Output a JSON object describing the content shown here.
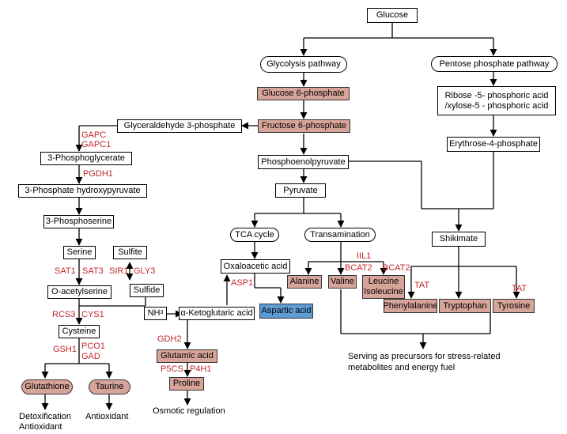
{
  "nodes": {
    "glucose": "Glucose",
    "glycolysis": "Glycolysis pathway",
    "pentose": "Pentose phosphate pathway",
    "g6p": "Glucose 6-phosphate",
    "f6p": "Fructose 6-phosphate",
    "g3p": "Glyceraldehyde 3-phosphate",
    "pga": "3-Phosphoglycerate",
    "php": "3-Phosphate hydroxypyruvate",
    "pser": "3-Phosphoserine",
    "serine": "Serine",
    "sulfite": "Sulfite",
    "oas": "O-acetylserine",
    "sulfide": "Sulfide",
    "cysteine": "Cysteine",
    "glutathione": "Glutathione",
    "taurine": "Taurine",
    "pep": "Phosphoenolpyruvate",
    "pyruvate": "Pyruvate",
    "tca": "TCA cycle",
    "transamination": "Transamination",
    "oaa": "Oxaloacetic acid",
    "nh3": "NH",
    "nh3_sub": "3",
    "akg": "α-Ketoglutaric acid",
    "aspartic": "Aspartic acid",
    "glutamic": "Glutamic acid",
    "proline": "Proline",
    "alanine": "Alanine",
    "valine": "Valine",
    "leucine": "Leucine",
    "isoleucine": "Isoleucine",
    "ribose_line1": "Ribose -5- phosphoric acid",
    "ribose_line2": "/xylose-5 - phosphoric acid",
    "e4p": "Erythrose-4-phosphate",
    "shikimate": "Shikimate",
    "phe": "Phenylalanine",
    "trp": "Tryptophan",
    "tyr": "Tyrosine"
  },
  "enzymes": {
    "gapc": "GAPC",
    "gapc1": "GAPC1",
    "pgdh1": "PGDH1",
    "sat1": "SAT1",
    "sat3": "SAT3",
    "sir1": "SIR1",
    "gly3": "GLY3",
    "rcs3": "RCS3",
    "cys1": "CYS1",
    "gsh1": "GSH1",
    "pco1": "PCO1",
    "gad": "GAD",
    "asp1": "ASP1",
    "gdh2": "GDH2",
    "p5cs": "P5CS",
    "p4h1": "P4H1",
    "iil1": "IIL1",
    "bcat2a": "BCAT2",
    "bcat2b": "BCAT2",
    "tat1": "TAT",
    "tat2": "TAT"
  },
  "notes": {
    "detox1": "Detoxification",
    "detox2": "Antioxidant",
    "antioxidant": "Antioxidant",
    "osmotic": "Osmotic regulation",
    "serving1": "Serving as  precursors for stress-related",
    "serving2": "metabolites and energy fuel"
  },
  "colors": {
    "highlight_fill": "#d6a498",
    "aspartic_fill": "#5d9bd3",
    "enzyme_text": "#c0282d"
  }
}
